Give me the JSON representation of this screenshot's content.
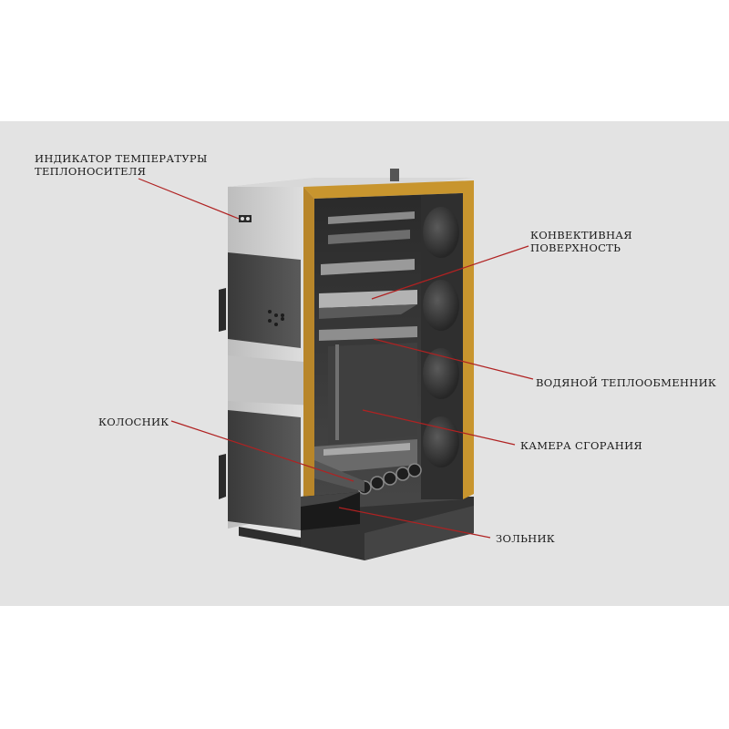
{
  "labels": {
    "temperature_indicator": [
      "ИНДИКАТОР ТЕМПЕРАТУРЫ",
      "ТЕПЛОНОСИТЕЛЯ"
    ],
    "convective_surface": [
      "КОНВЕКТИВНАЯ",
      "ПОВЕРХНОСТЬ"
    ],
    "water_heat_exchanger": "ВОДЯНОЙ ТЕПЛООБМЕННИК",
    "grate": "КОЛОСНИК",
    "combustion_chamber": "КАМЕРА СГОРАНИЯ",
    "ash_pan": "ЗОЛЬНИК"
  },
  "colors": {
    "background_panel": "#e3e3e3",
    "leader_line": "#b02222",
    "insulation": "#c8952e",
    "body_dark": "#2e2e2e",
    "steel_light": "#cfcfcf"
  }
}
